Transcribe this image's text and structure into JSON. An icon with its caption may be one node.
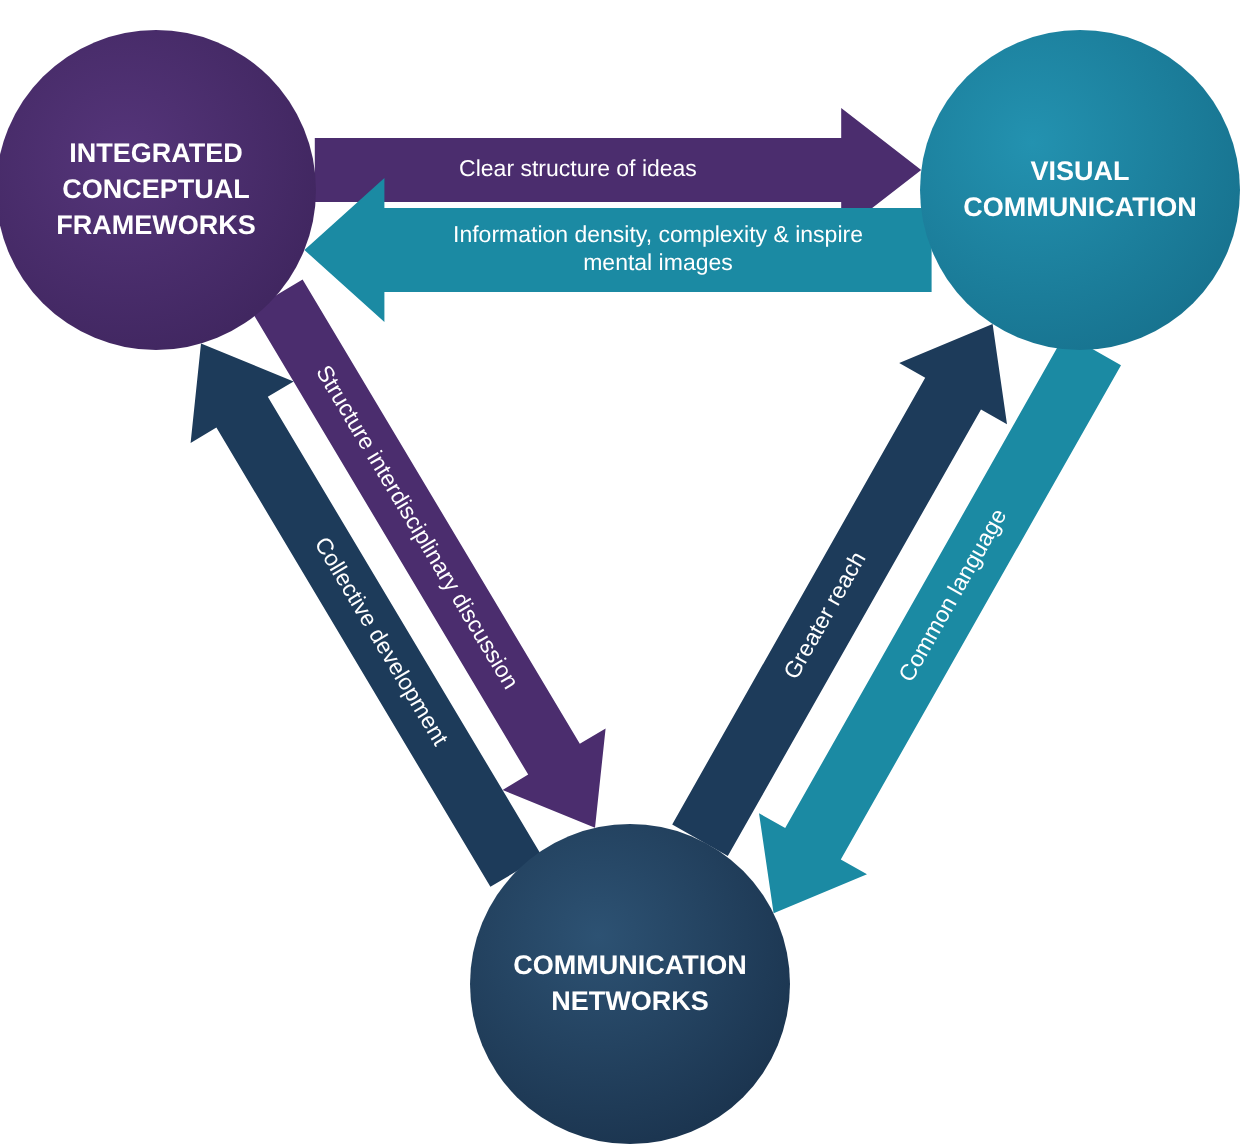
{
  "diagram": {
    "nodes": [
      {
        "text": [
          "INTEGRATED CONCEPTUAL FRAMEWORKS"
        ]
      },
      {
        "text": [
          "VISUAL COMMUNICATION"
        ]
      },
      {
        "text": [
          "COMMUNICATION NETWORKS"
        ]
      }
    ],
    "edges": [
      {
        "from": 0,
        "to": 1,
        "arrow": "to",
        "label": "Clear structure of ideas",
        "style": "thick",
        "color": "#4b2d6e"
      },
      {
        "from": 1,
        "to": 0,
        "arrow": "to",
        "label": "Information density,  complexity & inspire mental images",
        "style": "thick",
        "color": "#1b8aa3"
      },
      {
        "from": 0,
        "to": 2,
        "arrow": "to",
        "label": "Structure interdisciplinary discussion",
        "style": "thick",
        "color": "#4b2d6e"
      },
      {
        "from": 2,
        "to": 0,
        "arrow": "to",
        "label": "Collective development",
        "style": "thick",
        "color": "#1d3b5a"
      },
      {
        "from": 2,
        "to": 1,
        "arrow": "to",
        "label": "Greater reach",
        "style": "thick",
        "color": "#1d3b5a"
      },
      {
        "from": 1,
        "to": 2,
        "arrow": "to",
        "label": "Common language",
        "style": "thick",
        "color": "#1b8aa3"
      }
    ]
  }
}
